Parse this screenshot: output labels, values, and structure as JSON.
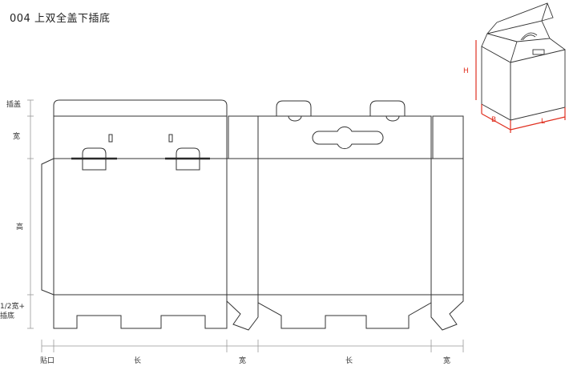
{
  "title": "004 上双全盖下插底",
  "left_labels": {
    "tuck_lid": "插盖",
    "width": "宽",
    "height": "高",
    "half_width_line1": "1/2宽+",
    "half_width_line2": "插底"
  },
  "bottom_labels": {
    "glue_flap": "贴口",
    "length_1": "长",
    "width_1": "宽",
    "length_2": "长",
    "width_2": "宽"
  },
  "box_3d_labels": {
    "h": "H",
    "b": "B",
    "l": "L"
  },
  "colors": {
    "line": "#333333",
    "dim_line": "#999999",
    "highlight": "#e03020"
  }
}
